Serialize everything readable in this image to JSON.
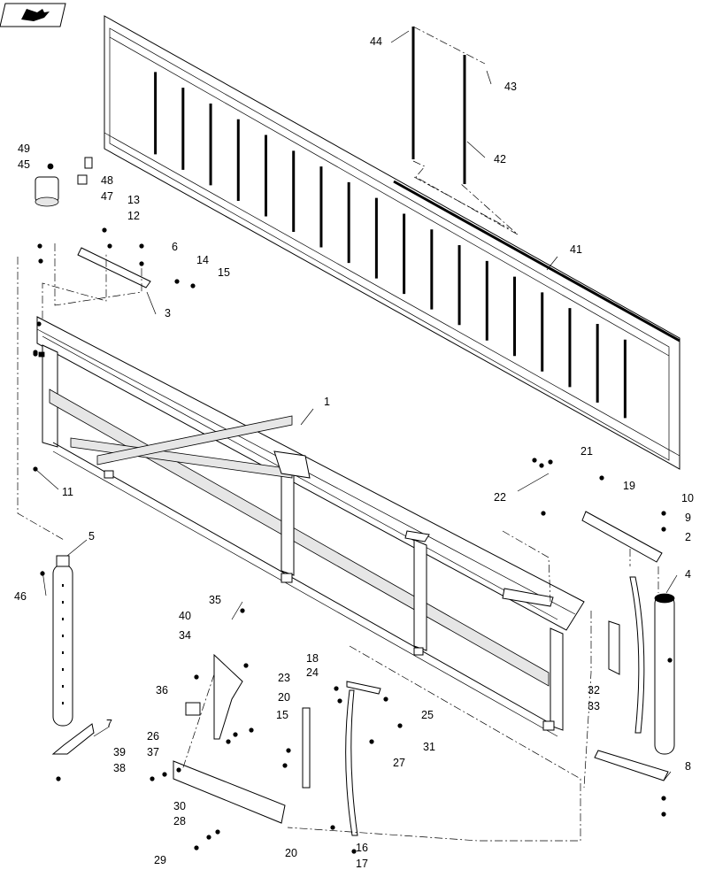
{
  "icon": "book-arrow-icon",
  "callouts": {
    "c1": "1",
    "c2": "2",
    "c3": "3",
    "c4": "4",
    "c5": "5",
    "c6": "6",
    "c7": "7",
    "c8": "8",
    "c9": "9",
    "c10": "10",
    "c11": "11",
    "c12": "12",
    "c13": "13",
    "c14": "14",
    "c15a": "15",
    "c15b": "15",
    "c16": "16",
    "c17": "17",
    "c18": "18",
    "c19": "19",
    "c20a": "20",
    "c20b": "20",
    "c21": "21",
    "c22": "22",
    "c23": "23",
    "c24": "24",
    "c25": "25",
    "c26": "26",
    "c27": "27",
    "c28": "28",
    "c29": "29",
    "c30": "30",
    "c31": "31",
    "c32": "32",
    "c33": "33",
    "c34": "34",
    "c35": "35",
    "c36": "36",
    "c37": "37",
    "c38": "38",
    "c39": "39",
    "c40": "40",
    "c41": "41",
    "c42": "42",
    "c43": "43",
    "c44": "44",
    "c45": "45",
    "c46": "46",
    "c47": "47",
    "c48": "48",
    "c49": "49"
  }
}
